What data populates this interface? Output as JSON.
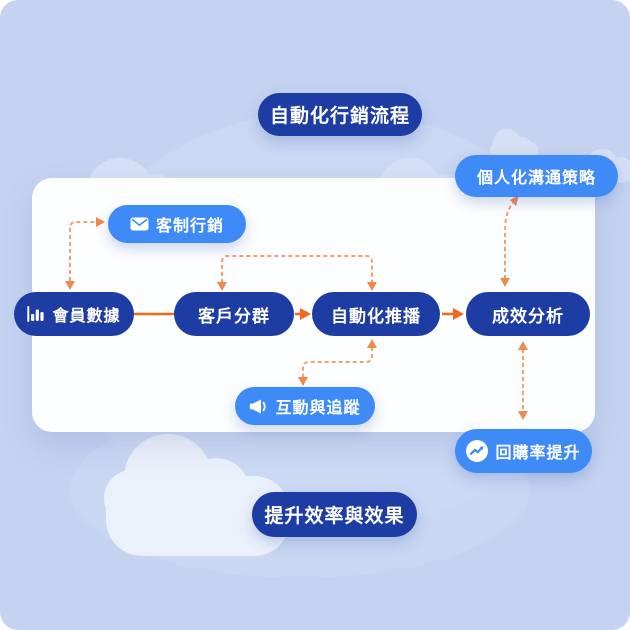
{
  "badges": {
    "top": "自動化行銷流程",
    "bottom": "提升效率與效果"
  },
  "diagram": {
    "main_flow": [
      {
        "label": "會員數據",
        "icon": "bar-chart-icon"
      },
      {
        "label": "客戶分群",
        "icon": null
      },
      {
        "label": "自動化推播",
        "icon": null
      },
      {
        "label": "成效分析",
        "icon": null
      }
    ],
    "branches": [
      {
        "label": "客制行銷",
        "icon": "envelope-icon"
      },
      {
        "label": "個人化溝通策略",
        "icon": null
      },
      {
        "label": "互動與追蹤",
        "icon": "megaphone-icon"
      },
      {
        "label": "回購率提升",
        "icon": "messenger-trend-icon"
      }
    ],
    "connections": [
      {
        "from": "會員數據",
        "to": "客戶分群",
        "style": "solid-line"
      },
      {
        "from": "客戶分群",
        "to": "自動化推播",
        "style": "solid-arrow"
      },
      {
        "from": "自動化推播",
        "to": "成效分析",
        "style": "solid-arrow"
      },
      {
        "from": "會員數據",
        "to": "客制行銷",
        "style": "dashed-bidirectional"
      },
      {
        "from": "客戶分群",
        "to": "自動化推播",
        "style": "dashed-bidirectional-overhead"
      },
      {
        "from": "自動化推播",
        "to": "互動與追蹤",
        "style": "dashed-bidirectional"
      },
      {
        "from": "成效分析",
        "to": "個人化溝通策略",
        "style": "dashed-bidirectional"
      },
      {
        "from": "成效分析",
        "to": "回購率提升",
        "style": "dashed-bidirectional"
      }
    ]
  },
  "colors": {
    "background": "#C5D3F1",
    "panel": "#FDFEFF",
    "node_dark_blue": "#1E3DA4",
    "node_light_blue": "#3E8BF8",
    "arrow_solid": "#F2691D",
    "arrow_dashed": "#F5A06B",
    "arrowhead_dashed": "#F08A4C",
    "cloud": "#D5E0F6",
    "cloud_bottom": "#EBF1FB",
    "text": "#FFFFFF"
  }
}
